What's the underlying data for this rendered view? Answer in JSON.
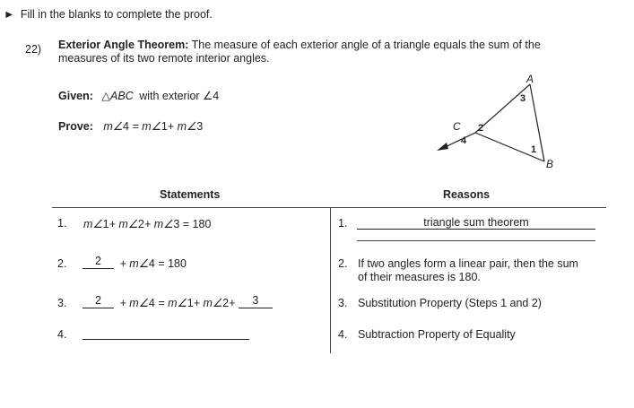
{
  "instruction": {
    "marker": "►",
    "text": "Fill in the blanks to complete the proof."
  },
  "problem": {
    "number": "22)",
    "theorem_name": "Exterior Angle Theorem:",
    "theorem_text_line1": "The measure of each exterior angle of a triangle equals the sum of the",
    "theorem_text_line2": "measures of its two remote interior angles.",
    "given_label": "Given:",
    "given_triangle": "ABC",
    "given_middle": "with exterior",
    "given_angle": "4",
    "prove_label": "Prove:",
    "prove_lhs_angle": "4",
    "prove_rhs_angle1": "1",
    "prove_rhs_angle2": "3"
  },
  "figure": {
    "vertex_a": "A",
    "vertex_b": "B",
    "vertex_c": "C",
    "angle_1": "1",
    "angle_2": "2",
    "angle_3": "3",
    "angle_4": "4"
  },
  "table": {
    "statements_header": "Statements",
    "reasons_header": "Reasons",
    "rows": [
      {
        "num": "1.",
        "s_angles": [
          "1",
          "2",
          "3"
        ],
        "s_value": "= 180",
        "r_num": "1.",
        "r_text": "triangle sum theorem"
      },
      {
        "num": "2.",
        "s_blank": "2",
        "s_rest_angle": "4",
        "s_value": "= 180",
        "r_num": "2.",
        "r_text_line1": "If two angles form a linear pair, then the sum",
        "r_text_line2": "of their measures is 180."
      },
      {
        "num": "3.",
        "s_blank1": "2",
        "s_angle_lhs": "4",
        "s_angle1": "1",
        "s_angle2": "2",
        "s_blank2": "3",
        "r_num": "3.",
        "r_text": "Substitution Property (Steps 1 and 2)"
      },
      {
        "num": "4.",
        "s_blank": "",
        "r_num": "4.",
        "r_text": "Subtraction Property of Equality"
      }
    ]
  }
}
